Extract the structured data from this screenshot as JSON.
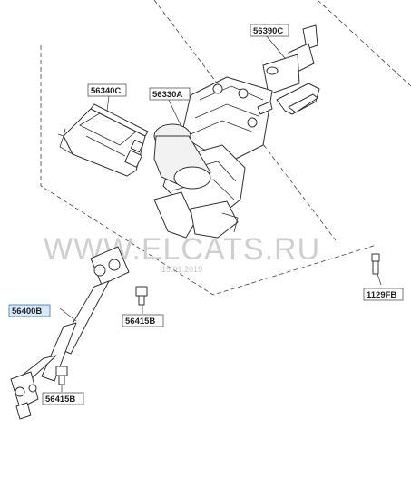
{
  "labels": {
    "p56390C": "56390C",
    "p56340C": "56340C",
    "p56330A": "56330A",
    "p1129FB": "1129FB",
    "p56400B": "56400B",
    "p56415B_upper": "56415B",
    "p56415B_lower": "56415B"
  },
  "watermark": {
    "text": "WWW.ELCATS.RU",
    "date": "15.01.2019"
  },
  "colors": {
    "highlight": "#d8e8f8",
    "line": "#333333",
    "watermark": "#cfcfcf"
  }
}
